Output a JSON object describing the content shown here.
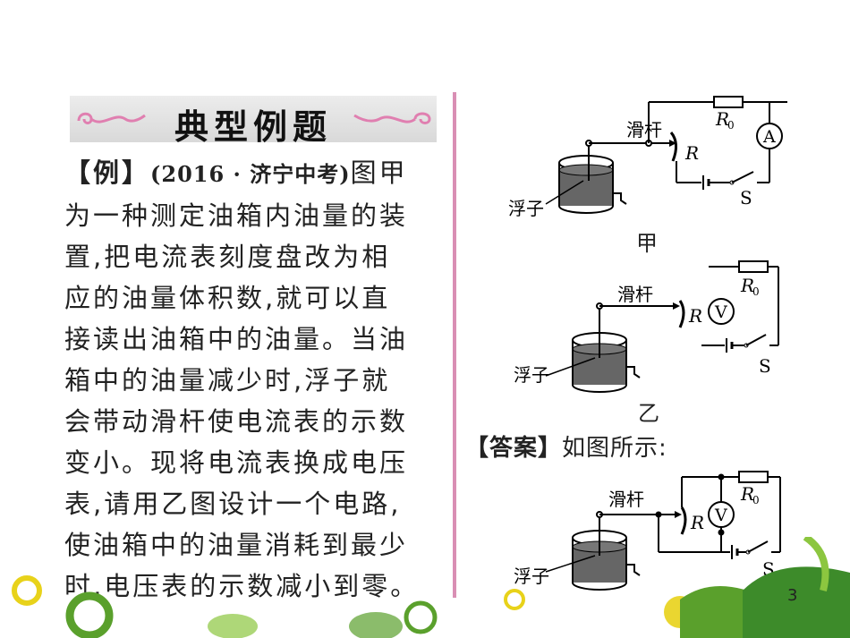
{
  "banner": {
    "title": "典型例题"
  },
  "problem": {
    "tag": "【例】",
    "source": "(2016 · 济宁中考)",
    "lines": [
      "图甲",
      "为一种测定油箱内油量的装",
      "置,把电流表刻度盘改为相",
      "应的油量体积数,就可以直",
      "接读出油箱中的油量。当油",
      "箱中的油量减少时,浮子就",
      "会带动滑杆使电流表的示数",
      "变小。现将电流表换成电压",
      "表,请用乙图设计一个电路,",
      "使油箱中的油量消耗到最少",
      "时,电压表的示数减小到零。"
    ]
  },
  "figures": {
    "jia": {
      "caption": "甲",
      "slider_label": "滑杆",
      "float_label": "浮子",
      "r_label": "R",
      "r0_label": "R",
      "r0_sub": "0",
      "meter_label": "A",
      "switch_label": "S"
    },
    "yi": {
      "caption": "乙",
      "slider_label": "滑杆",
      "float_label": "浮子",
      "r_label": "R",
      "r0_label": "R",
      "r0_sub": "0",
      "meter_label": "V",
      "switch_label": "S"
    },
    "answer": {
      "slider_label": "滑杆",
      "float_label": "浮子",
      "r_label": "R",
      "r0_label": "R",
      "r0_sub": "0",
      "meter_label": "V",
      "switch_label": "S"
    }
  },
  "answer": {
    "tag": "【答案】",
    "text": "如图所示:"
  },
  "page_number": "3",
  "colors": {
    "divider": "#d98fb4",
    "banner_swirl": "#e07fb0",
    "oil": "#666666",
    "deco_green": "#5aa02c",
    "deco_yellow": "#e8d21a"
  }
}
